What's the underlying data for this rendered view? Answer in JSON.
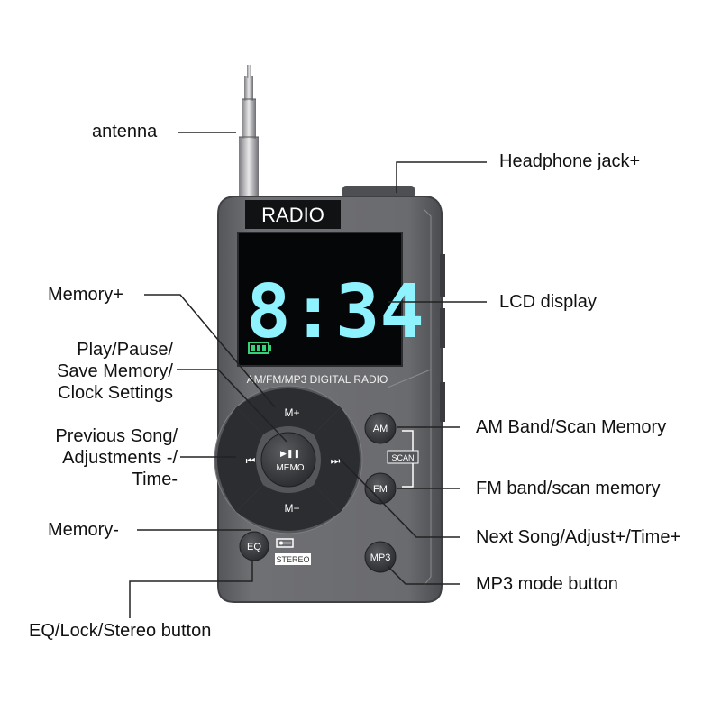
{
  "device": {
    "brand_label": "RADIO",
    "display_time": "8:34",
    "subtitle": "AM/FM/MP3 DIGITAL RADIO",
    "memo_label": "MEMO",
    "play_glyph": "▶❚❚",
    "prev_glyph": "⏮",
    "next_glyph": "⏭",
    "buttons": {
      "memory_up": "M+",
      "memory_down": "M−",
      "am": "AM",
      "fm": "FM",
      "mp3": "MP3",
      "eq": "EQ",
      "scan": "SCAN",
      "stereo": "STEREO"
    },
    "colors": {
      "body": "#6b6c70",
      "body_edge": "#4a4b4f",
      "screen": "#050607",
      "lcd_digits": "#8ff2ff",
      "battery": "#39d07a",
      "button": "#2c2d30"
    }
  },
  "callouts": {
    "antenna": "antenna",
    "headphone": "Headphone jack+",
    "memory_plus": "Memory+",
    "lcd": "LCD display",
    "play_line1": "Play/Pause/",
    "play_line2": "Save Memory/",
    "play_line3": "Clock Settings",
    "prev_line1": "Previous Song/",
    "prev_line2": "Adjustments -/",
    "prev_line3": "Time-",
    "am_scan": "AM Band/Scan Memory",
    "fm_scan": "FM band/scan memory",
    "memory_minus": "Memory-",
    "next": "Next Song/Adjust+/Time+",
    "mp3_mode": "MP3 mode button",
    "eq_lock": "EQ/Lock/Stereo button"
  }
}
